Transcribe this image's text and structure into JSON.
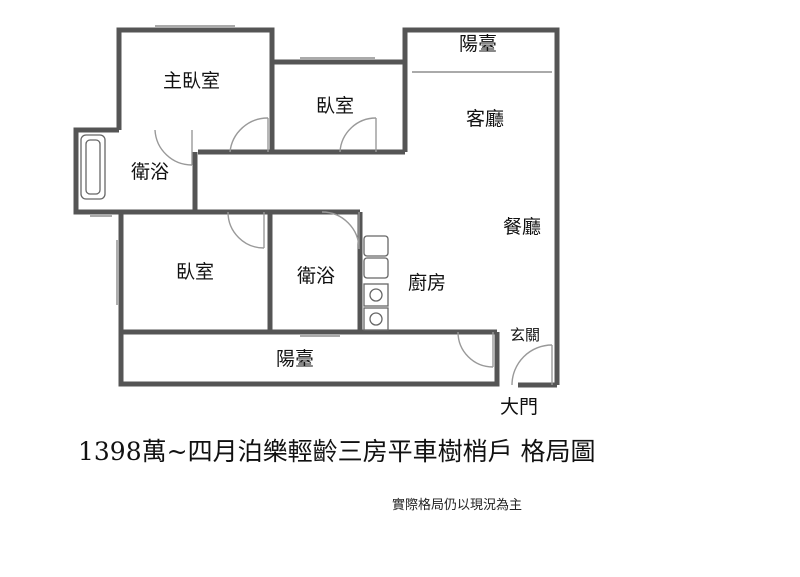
{
  "rooms": {
    "master_bedroom": "主臥室",
    "bedroom_1": "臥室",
    "bathroom_1": "衛浴",
    "balcony_top": "陽臺",
    "living_room": "客廳",
    "dining_room": "餐廳",
    "bedroom_2": "臥室",
    "bathroom_2": "衛浴",
    "kitchen": "廚房",
    "entrance": "玄關",
    "balcony_bottom": "陽臺",
    "main_door": "大門"
  },
  "caption": "1398萬~四月泊樂輕齡三房平車樹梢戶  格局圖",
  "note": "實際格局仍以現況為主"
}
